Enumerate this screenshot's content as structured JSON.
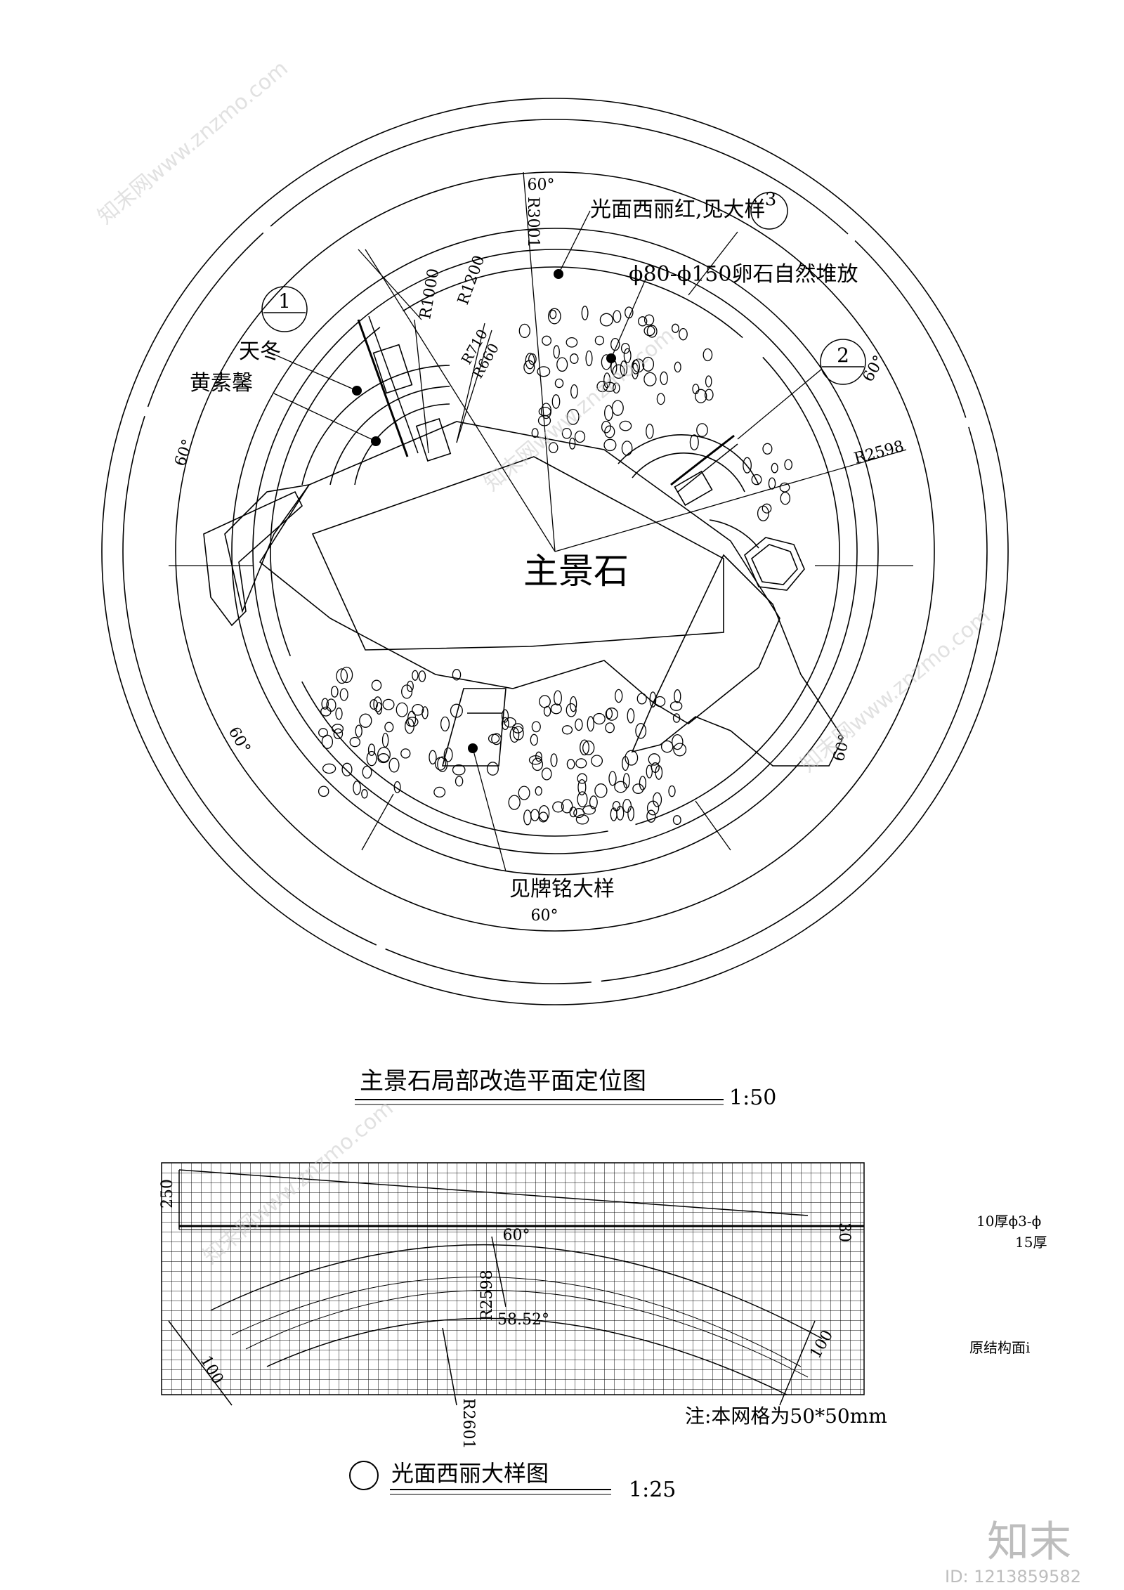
{
  "plan": {
    "main_stone_label": "主景石",
    "callouts": {
      "red_stone": "光面西丽红,见大样",
      "pebbles": "ϕ80-ϕ150卵石自然堆放",
      "plant_1": "天冬",
      "plant_2": "黄素馨",
      "plaque": "见牌铭大样"
    },
    "section_marks": [
      "1",
      "2",
      "3"
    ],
    "angle_labels": [
      "60°",
      "60°",
      "60°",
      "60°",
      "60°",
      "60°"
    ],
    "radius_labels": [
      "R3001",
      "R1000",
      "R1200",
      "R710",
      "R660",
      "R2598"
    ],
    "title": "主景石局部改造平面定位图",
    "scale": "1:50"
  },
  "detail": {
    "dims": [
      "250",
      "30",
      "60°",
      "R2598",
      "58.52°",
      "100",
      "100",
      "R2601"
    ],
    "note": "注:本网格为50*50mm",
    "side_notes": [
      "10厚ϕ3-ϕ",
      "15厚",
      "原结构面i"
    ],
    "title": "光面西丽大样图",
    "scale": "1:25"
  },
  "watermark": {
    "brand": "知末",
    "id": "ID: 1213859582",
    "site": "知末网www.znzmo.com"
  }
}
